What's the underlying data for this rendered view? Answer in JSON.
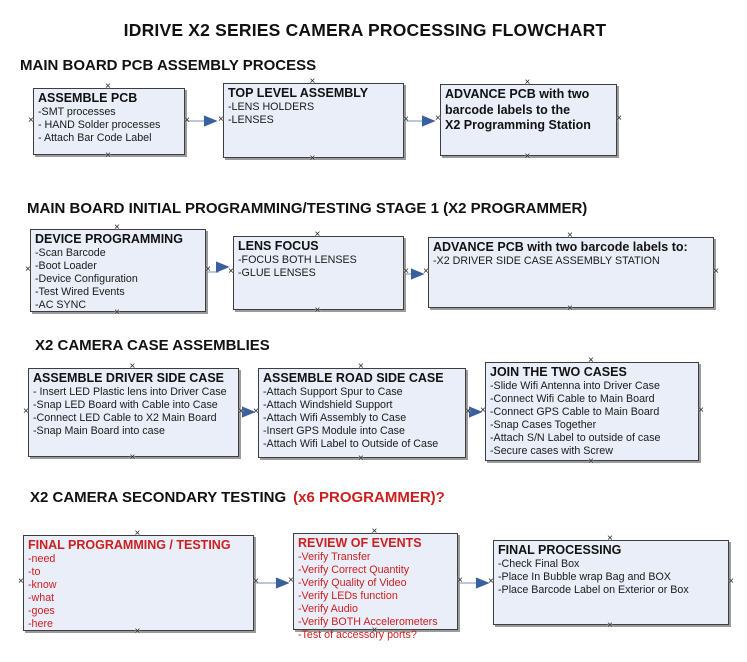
{
  "title": "IDRIVE X2  SERIES CAMERA PROCESSING FLOWCHART",
  "colors": {
    "box_fill": "#e9eef8",
    "box_border": "#3d3d3d",
    "red_text": "#cc1f1f",
    "arrow_line": "#a0b6d0",
    "arrow_head": "#3a5f9e"
  },
  "sections": [
    {
      "heading": "MAIN BOARD PCB ASSEMBLY PROCESS",
      "boxes": [
        {
          "title": "ASSEMBLE PCB",
          "items": [
            "-SMT processes",
            "- HAND Solder processes",
            "- Attach Bar Code Label"
          ]
        },
        {
          "title": "TOP LEVEL ASSEMBLY",
          "items": [
            "-LENS HOLDERS",
            "-LENSES"
          ]
        },
        {
          "title": "",
          "lines": [
            "ADVANCE PCB with two",
            "barcode labels to the",
            " X2 Programming Station"
          ]
        }
      ]
    },
    {
      "heading": "MAIN BOARD INITIAL PROGRAMMING/TESTING STAGE 1 (X2 PROGRAMMER)",
      "boxes": [
        {
          "title": "DEVICE PROGRAMMING",
          "items": [
            "-Scan Barcode",
            "-Boot Loader",
            "-Device Configuration",
            "-Test Wired Events",
            "-AC SYNC"
          ]
        },
        {
          "title": "LENS FOCUS",
          "items": [
            "-FOCUS BOTH LENSES",
            "-GLUE LENSES"
          ]
        },
        {
          "title": "ADVANCE PCB with two barcode labels to:",
          "items": [
            "-X2 DRIVER  SIDE  CASE  ASSEMBLY STATION"
          ]
        }
      ]
    },
    {
      "heading": "X2 CAMERA CASE ASSEMBLIES",
      "boxes": [
        {
          "title": "ASSEMBLE DRIVER SIDE CASE",
          "items": [
            "- Insert LED Plastic lens into Driver Case",
            "-Snap LED Board with Cable into Case",
            "-Connect LED Cable to X2 Main Board",
            "-Snap Main Board into case"
          ]
        },
        {
          "title": "ASSEMBLE ROAD SIDE CASE",
          "items": [
            "-Attach Support Spur to Case",
            "-Attach Windshield Support",
            "-Attach Wifi Assembly to Case",
            "-Insert GPS Module into Case",
            "-Attach Wifi Label to Outside of Case"
          ]
        },
        {
          "title": "JOIN THE TWO CASES",
          "items": [
            "-Slide Wifi Antenna into Driver Case",
            "-Connect Wifi Cable to Main Board",
            "-Connect GPS Cable to Main Board",
            "-Snap Cases Together",
            "-Attach S/N Label to outside of case",
            "-Secure cases with Screw"
          ]
        }
      ]
    },
    {
      "heading": "X2 CAMERA SECONDARY TESTING",
      "heading_suffix": "(x6 PROGRAMMER)?",
      "boxes": [
        {
          "title": "FINAL PROGRAMMING / TESTING",
          "items": [
            "-need",
            "-to",
            "-know",
            "-what",
            "-goes",
            "-here"
          ]
        },
        {
          "title": "REVIEW OF EVENTS",
          "items": [
            "-Verify Transfer",
            "-Verify Correct Quantity",
            "-Verify Quality of Video",
            "-Verify LEDs function",
            "-Verify Audio",
            "-Verify BOTH Accelerometers",
            "-Test of accessory ports?"
          ]
        },
        {
          "title": "FINAL PROCESSING",
          "items": [
            " -Check Final Box",
            "-Place In Bubble wrap Bag and BOX",
            "-Place Barcode Label on Exterior or Box"
          ]
        }
      ]
    }
  ]
}
